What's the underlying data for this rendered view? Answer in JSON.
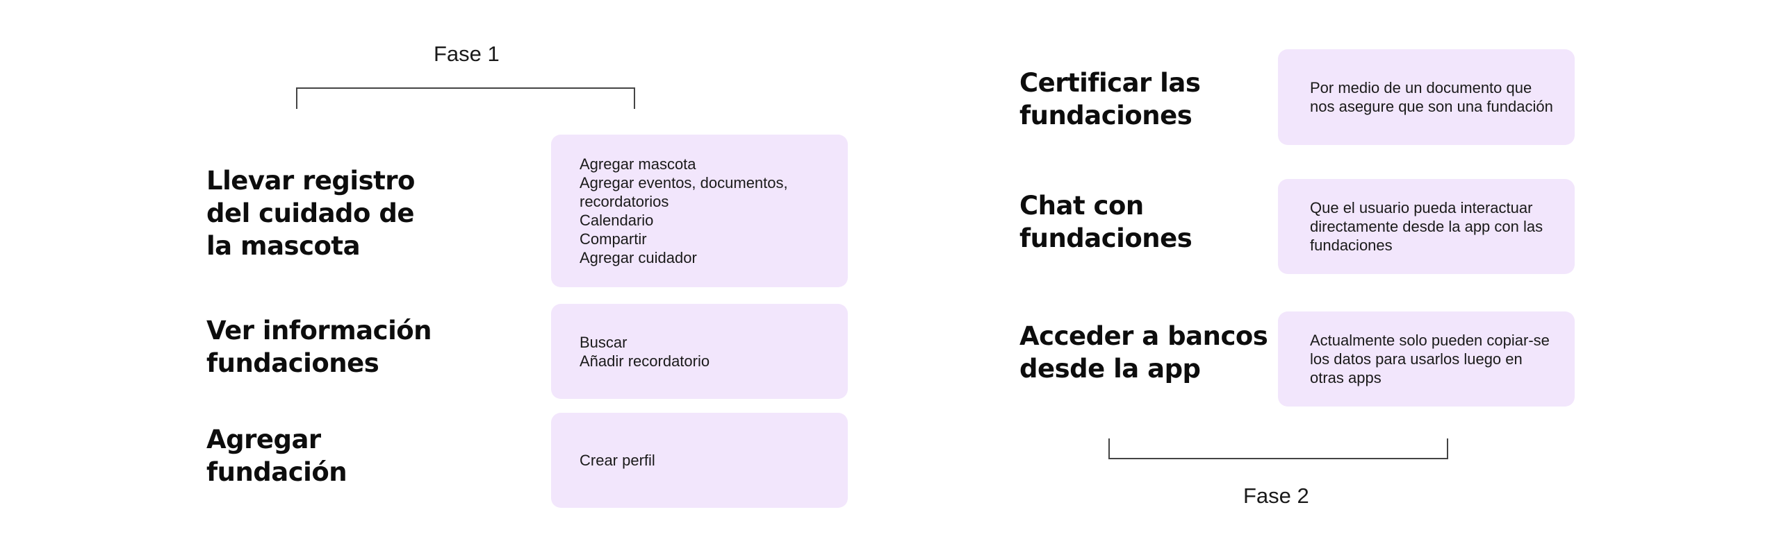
{
  "phase1": {
    "label": "Fase 1",
    "features": [
      {
        "title": "Llevar registro\ndel cuidado de\nla mascota",
        "items": [
          "Agregar mascota",
          "Agregar eventos, documentos,",
          "recordatorios",
          "Calendario",
          "Compartir",
          "Agregar cuidador"
        ]
      },
      {
        "title": "Ver información\nfundaciones",
        "items": [
          "Buscar",
          "Añadir recordatorio"
        ]
      },
      {
        "title": "Agregar\nfundación",
        "items": [
          "Crear perfil"
        ]
      }
    ]
  },
  "phase2": {
    "label": "Fase 2",
    "features": [
      {
        "title": "Certificar las\nfundaciones",
        "description": "Por medio de un documento que nos asegure que son una fundación"
      },
      {
        "title": "Chat con\nfundaciones",
        "description": "Que el usuario pueda interactuar directamente desde la app con las fundaciones"
      },
      {
        "title": "Acceder a bancos\ndesde la app",
        "description": "Actualmente solo pueden copiar-se los datos para usarlos luego en otras apps"
      }
    ]
  },
  "colors": {
    "card_background": "#f2e6fc",
    "text": "#0d0d0d",
    "bracket": "#444444"
  }
}
